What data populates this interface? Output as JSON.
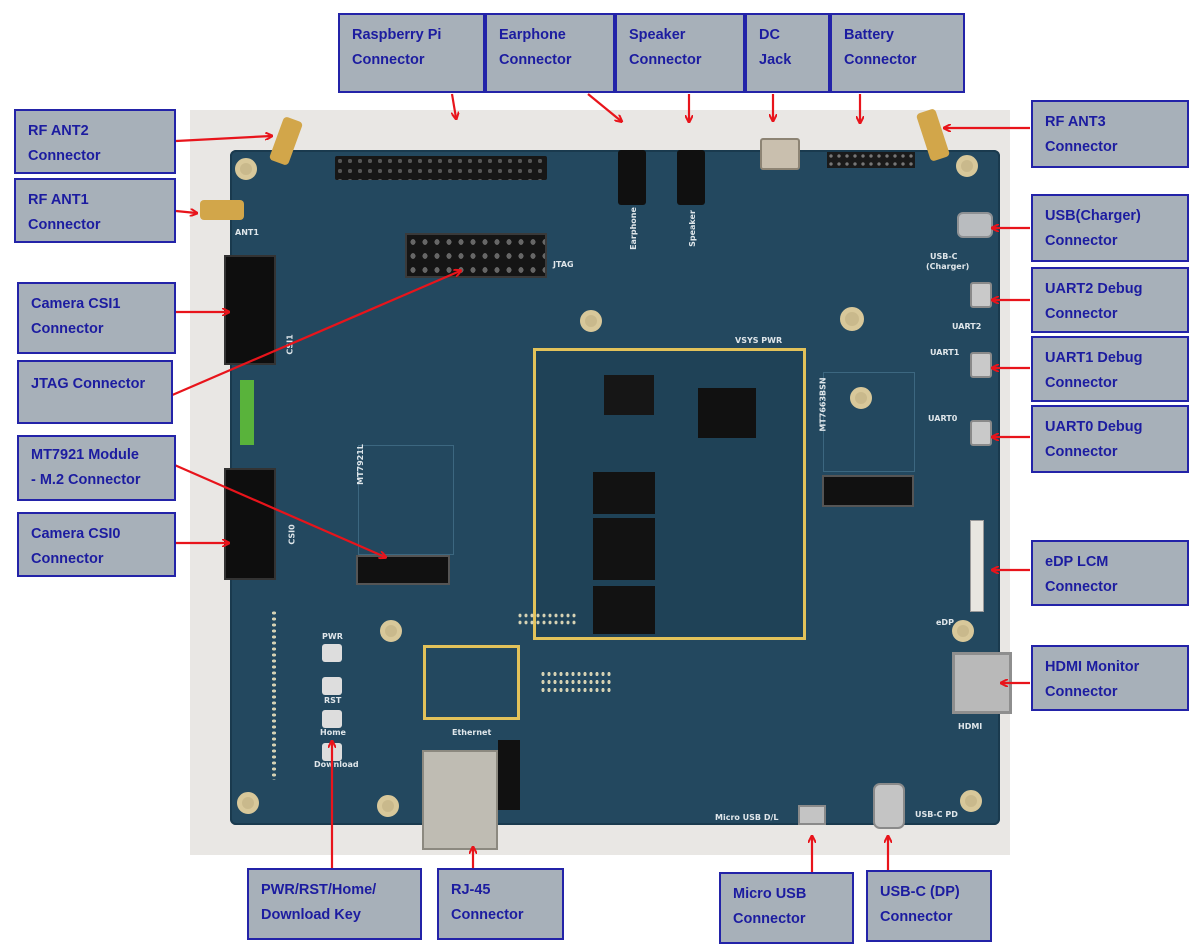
{
  "labels": {
    "raspberry_pi": "Raspberry Pi\nConnector",
    "earphone": "Earphone\nConnector",
    "speaker": "Speaker\nConnector",
    "dc_jack": "DC\nJack",
    "battery": "Battery\nConnector",
    "rf_ant2": "RF ANT2\nConnector",
    "rf_ant1": "RF ANT1\nConnector",
    "rf_ant3": "RF ANT3\nConnector",
    "usb_charger": "USB(Charger)\nConnector",
    "uart2": "UART2 Debug\nConnector",
    "uart1": "UART1 Debug\nConnector",
    "uart0": "UART0 Debug\nConnector",
    "camera_csi1": "Camera CSI1\nConnector",
    "jtag": "JTAG Connector",
    "mt7921": "MT7921 Module\n- M.2 Connector",
    "camera_csi0": "Camera CSI0\nConnector",
    "edp_lcm": "eDP LCM\nConnector",
    "hdmi": "HDMI Monitor\nConnector",
    "pwr_keys": "PWR/RST/Home/\nDownload Key",
    "rj45": "RJ-45\nConnector",
    "micro_usb": "Micro USB\nConnector",
    "usbc_dp": "USB-C (DP)\nConnector"
  },
  "silkscreen": {
    "jtag": "JTAG",
    "earphone": "Earphone",
    "speaker": "Speaker",
    "usb_c": "USB-C",
    "charger": "(Charger)",
    "uart2": "UART2",
    "uart1": "UART1",
    "uart0": "UART0",
    "edp": "eDP",
    "hdmi": "HDMI",
    "ethernet": "Ethernet",
    "pwr": "PWR",
    "rst": "RST",
    "home": "Home",
    "download": "Download",
    "micro_usb": "Micro USB D/L",
    "usb_c_pd": "USB-C PD",
    "ant1": "ANT1",
    "csi1": "CSI1",
    "csi0": "CSI0",
    "mt7921": "MT7921L",
    "mt7663": "MT7663BSN",
    "vsys": "VSYS PWR"
  },
  "colors": {
    "label_fill": "#a7b0b9",
    "label_border": "#2323a8",
    "label_text": "#1c1ca0",
    "arrow": "#e8141b",
    "board": "#23485f"
  }
}
